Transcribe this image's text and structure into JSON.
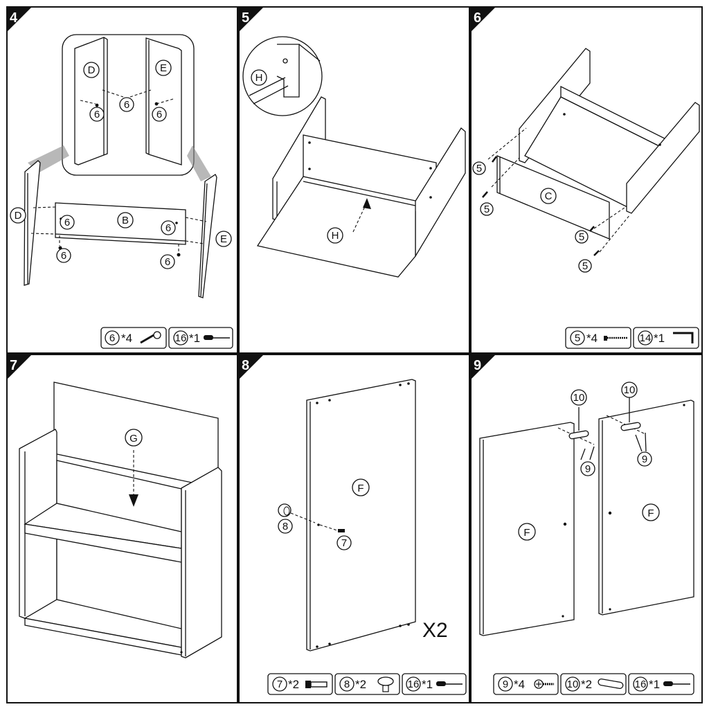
{
  "steps": [
    {
      "number": "4",
      "labels": {
        "d": "D",
        "e": "E",
        "b": "B",
        "p": "6"
      },
      "parts": [
        {
          "code": "6",
          "qty": "*4",
          "icon": "cam-lock-dowel-icon"
        },
        {
          "code": "16",
          "qty": "*1",
          "icon": "screwdriver-icon"
        }
      ]
    },
    {
      "number": "5",
      "labels": {
        "h": "H"
      },
      "parts": []
    },
    {
      "number": "6",
      "labels": {
        "c": "C",
        "p": "5"
      },
      "parts": [
        {
          "code": "5",
          "qty": "*4",
          "icon": "screw-icon"
        },
        {
          "code": "14",
          "qty": "*1",
          "icon": "allen-key-icon"
        }
      ]
    },
    {
      "number": "7",
      "labels": {
        "g": "G"
      },
      "parts": []
    },
    {
      "number": "8",
      "labels": {
        "f": "F",
        "p7": "7",
        "p8": "8"
      },
      "multiplier": "X2",
      "parts": [
        {
          "code": "7",
          "qty": "*2",
          "icon": "bolt-icon"
        },
        {
          "code": "8",
          "qty": "*2",
          "icon": "knob-icon"
        },
        {
          "code": "16",
          "qty": "*1",
          "icon": "screwdriver-icon"
        }
      ]
    },
    {
      "number": "9",
      "labels": {
        "f": "F",
        "p9": "9",
        "p10": "10"
      },
      "parts": [
        {
          "code": "9",
          "qty": "*4",
          "icon": "hinge-screw-icon"
        },
        {
          "code": "10",
          "qty": "*2",
          "icon": "hinge-plate-icon"
        },
        {
          "code": "16",
          "qty": "*1",
          "icon": "screwdriver-icon"
        }
      ]
    }
  ]
}
